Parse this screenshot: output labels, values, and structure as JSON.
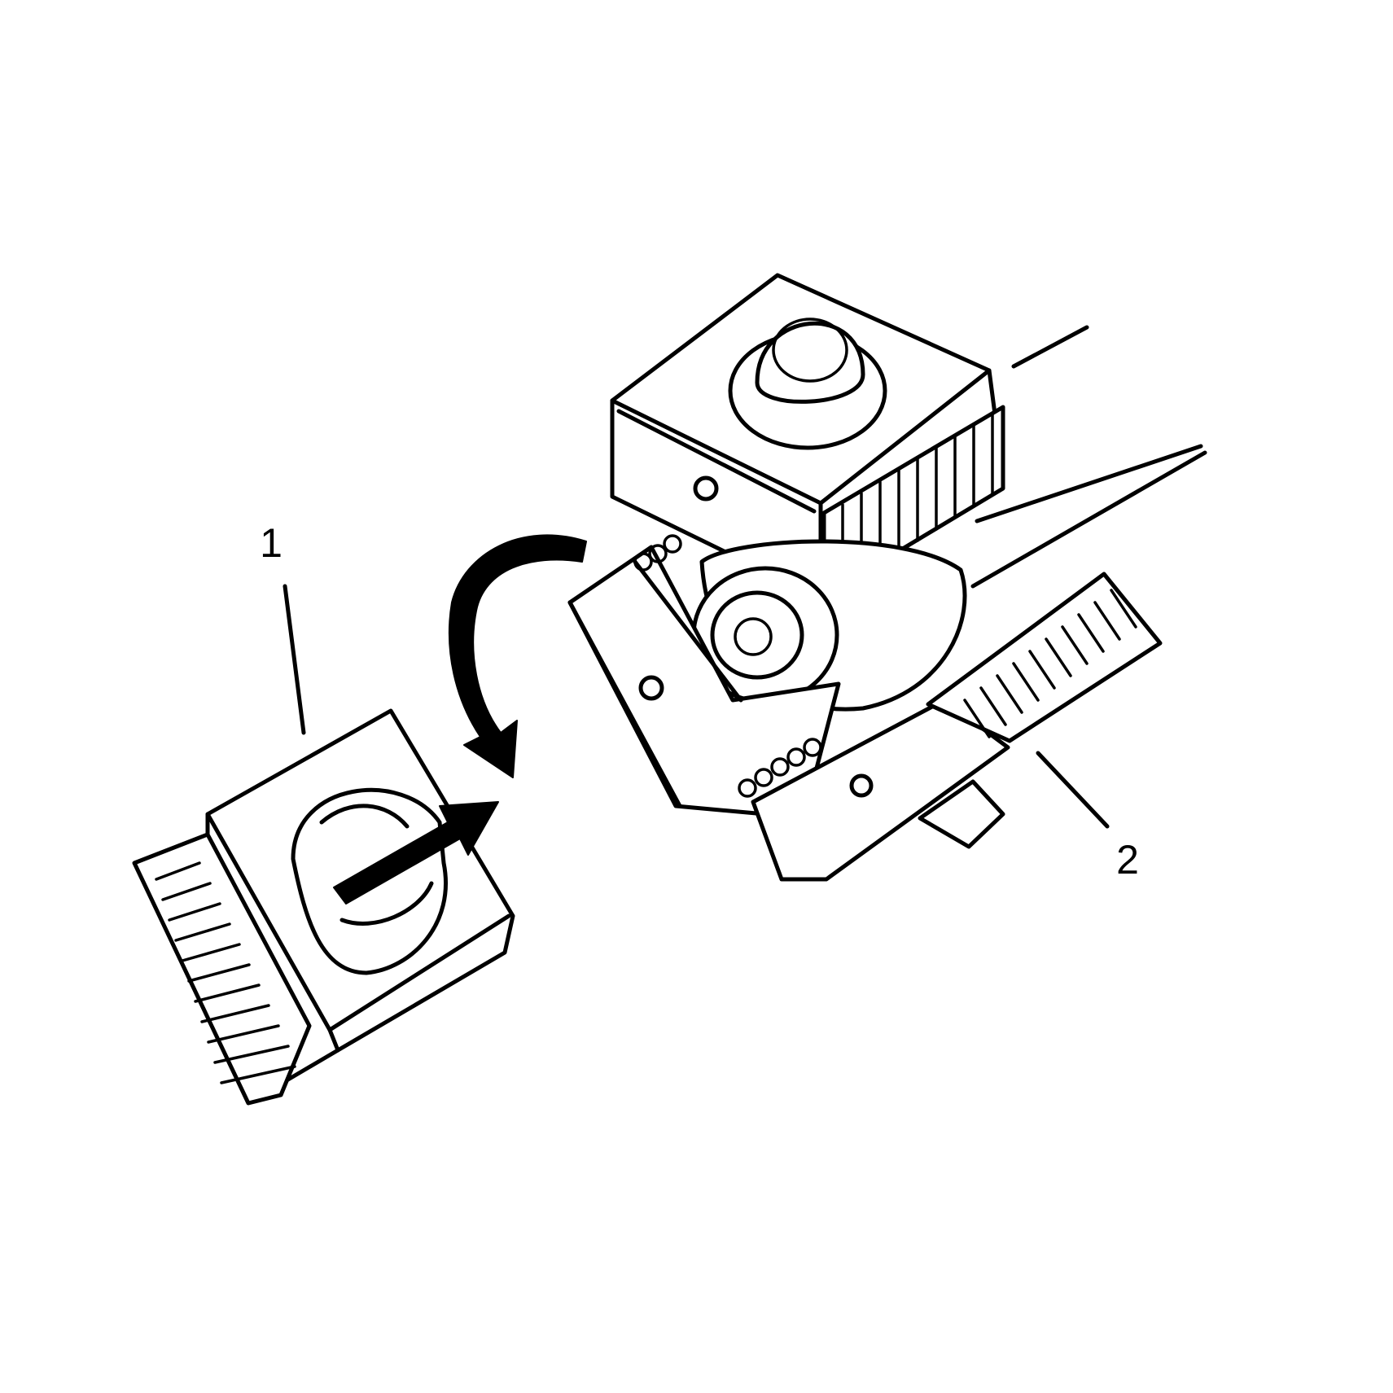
{
  "callouts": [
    {
      "id": "1",
      "text": "1"
    },
    {
      "id": "2",
      "text": "2"
    }
  ],
  "colors": {
    "ink": "#000000",
    "paper": "#ffffff"
  },
  "icons": {
    "rotation_arrow": "curved-arrow-icon",
    "insert_arrow": "straight-arrow-icon"
  }
}
